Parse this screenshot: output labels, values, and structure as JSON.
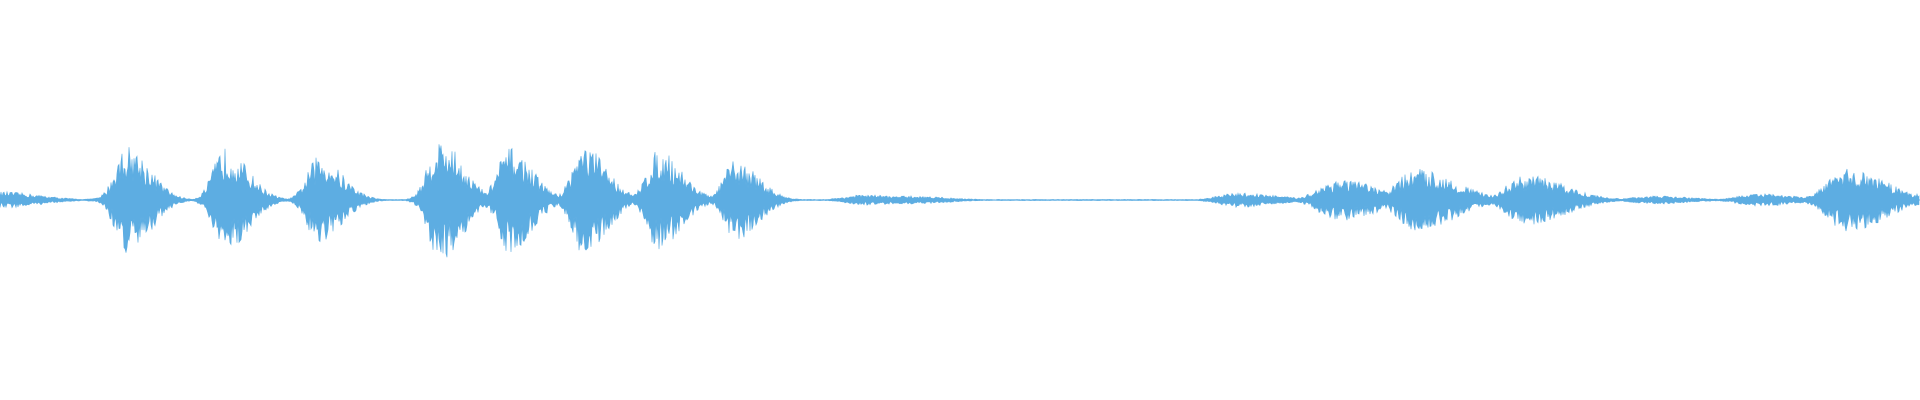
{
  "waveform": {
    "color": "#5dade2",
    "background": "#ffffff",
    "bursts": [
      {
        "center": 0.0,
        "amplitude": 0.08
      },
      {
        "center": 0.06,
        "amplitude": 0.03
      },
      {
        "center": 0.066,
        "amplitude": 0.52
      },
      {
        "center": 0.117,
        "amplitude": 0.5
      },
      {
        "center": 0.166,
        "amplitude": 0.42
      },
      {
        "center": 0.229,
        "amplitude": 0.58
      },
      {
        "center": 0.265,
        "amplitude": 0.5
      },
      {
        "center": 0.304,
        "amplitude": 0.52
      },
      {
        "center": 0.343,
        "amplitude": 0.48
      },
      {
        "center": 0.383,
        "amplitude": 0.38
      },
      {
        "center": 0.45,
        "amplitude": 0.05
      },
      {
        "center": 0.473,
        "amplitude": 0.04
      },
      {
        "center": 0.645,
        "amplitude": 0.07
      },
      {
        "center": 0.697,
        "amplitude": 0.2
      },
      {
        "center": 0.738,
        "amplitude": 0.3
      },
      {
        "center": 0.795,
        "amplitude": 0.24
      },
      {
        "center": 0.86,
        "amplitude": 0.04
      },
      {
        "center": 0.915,
        "amplitude": 0.06
      },
      {
        "center": 0.962,
        "amplitude": 0.3
      },
      {
        "center": 1.0,
        "amplitude": 0.03
      }
    ]
  }
}
